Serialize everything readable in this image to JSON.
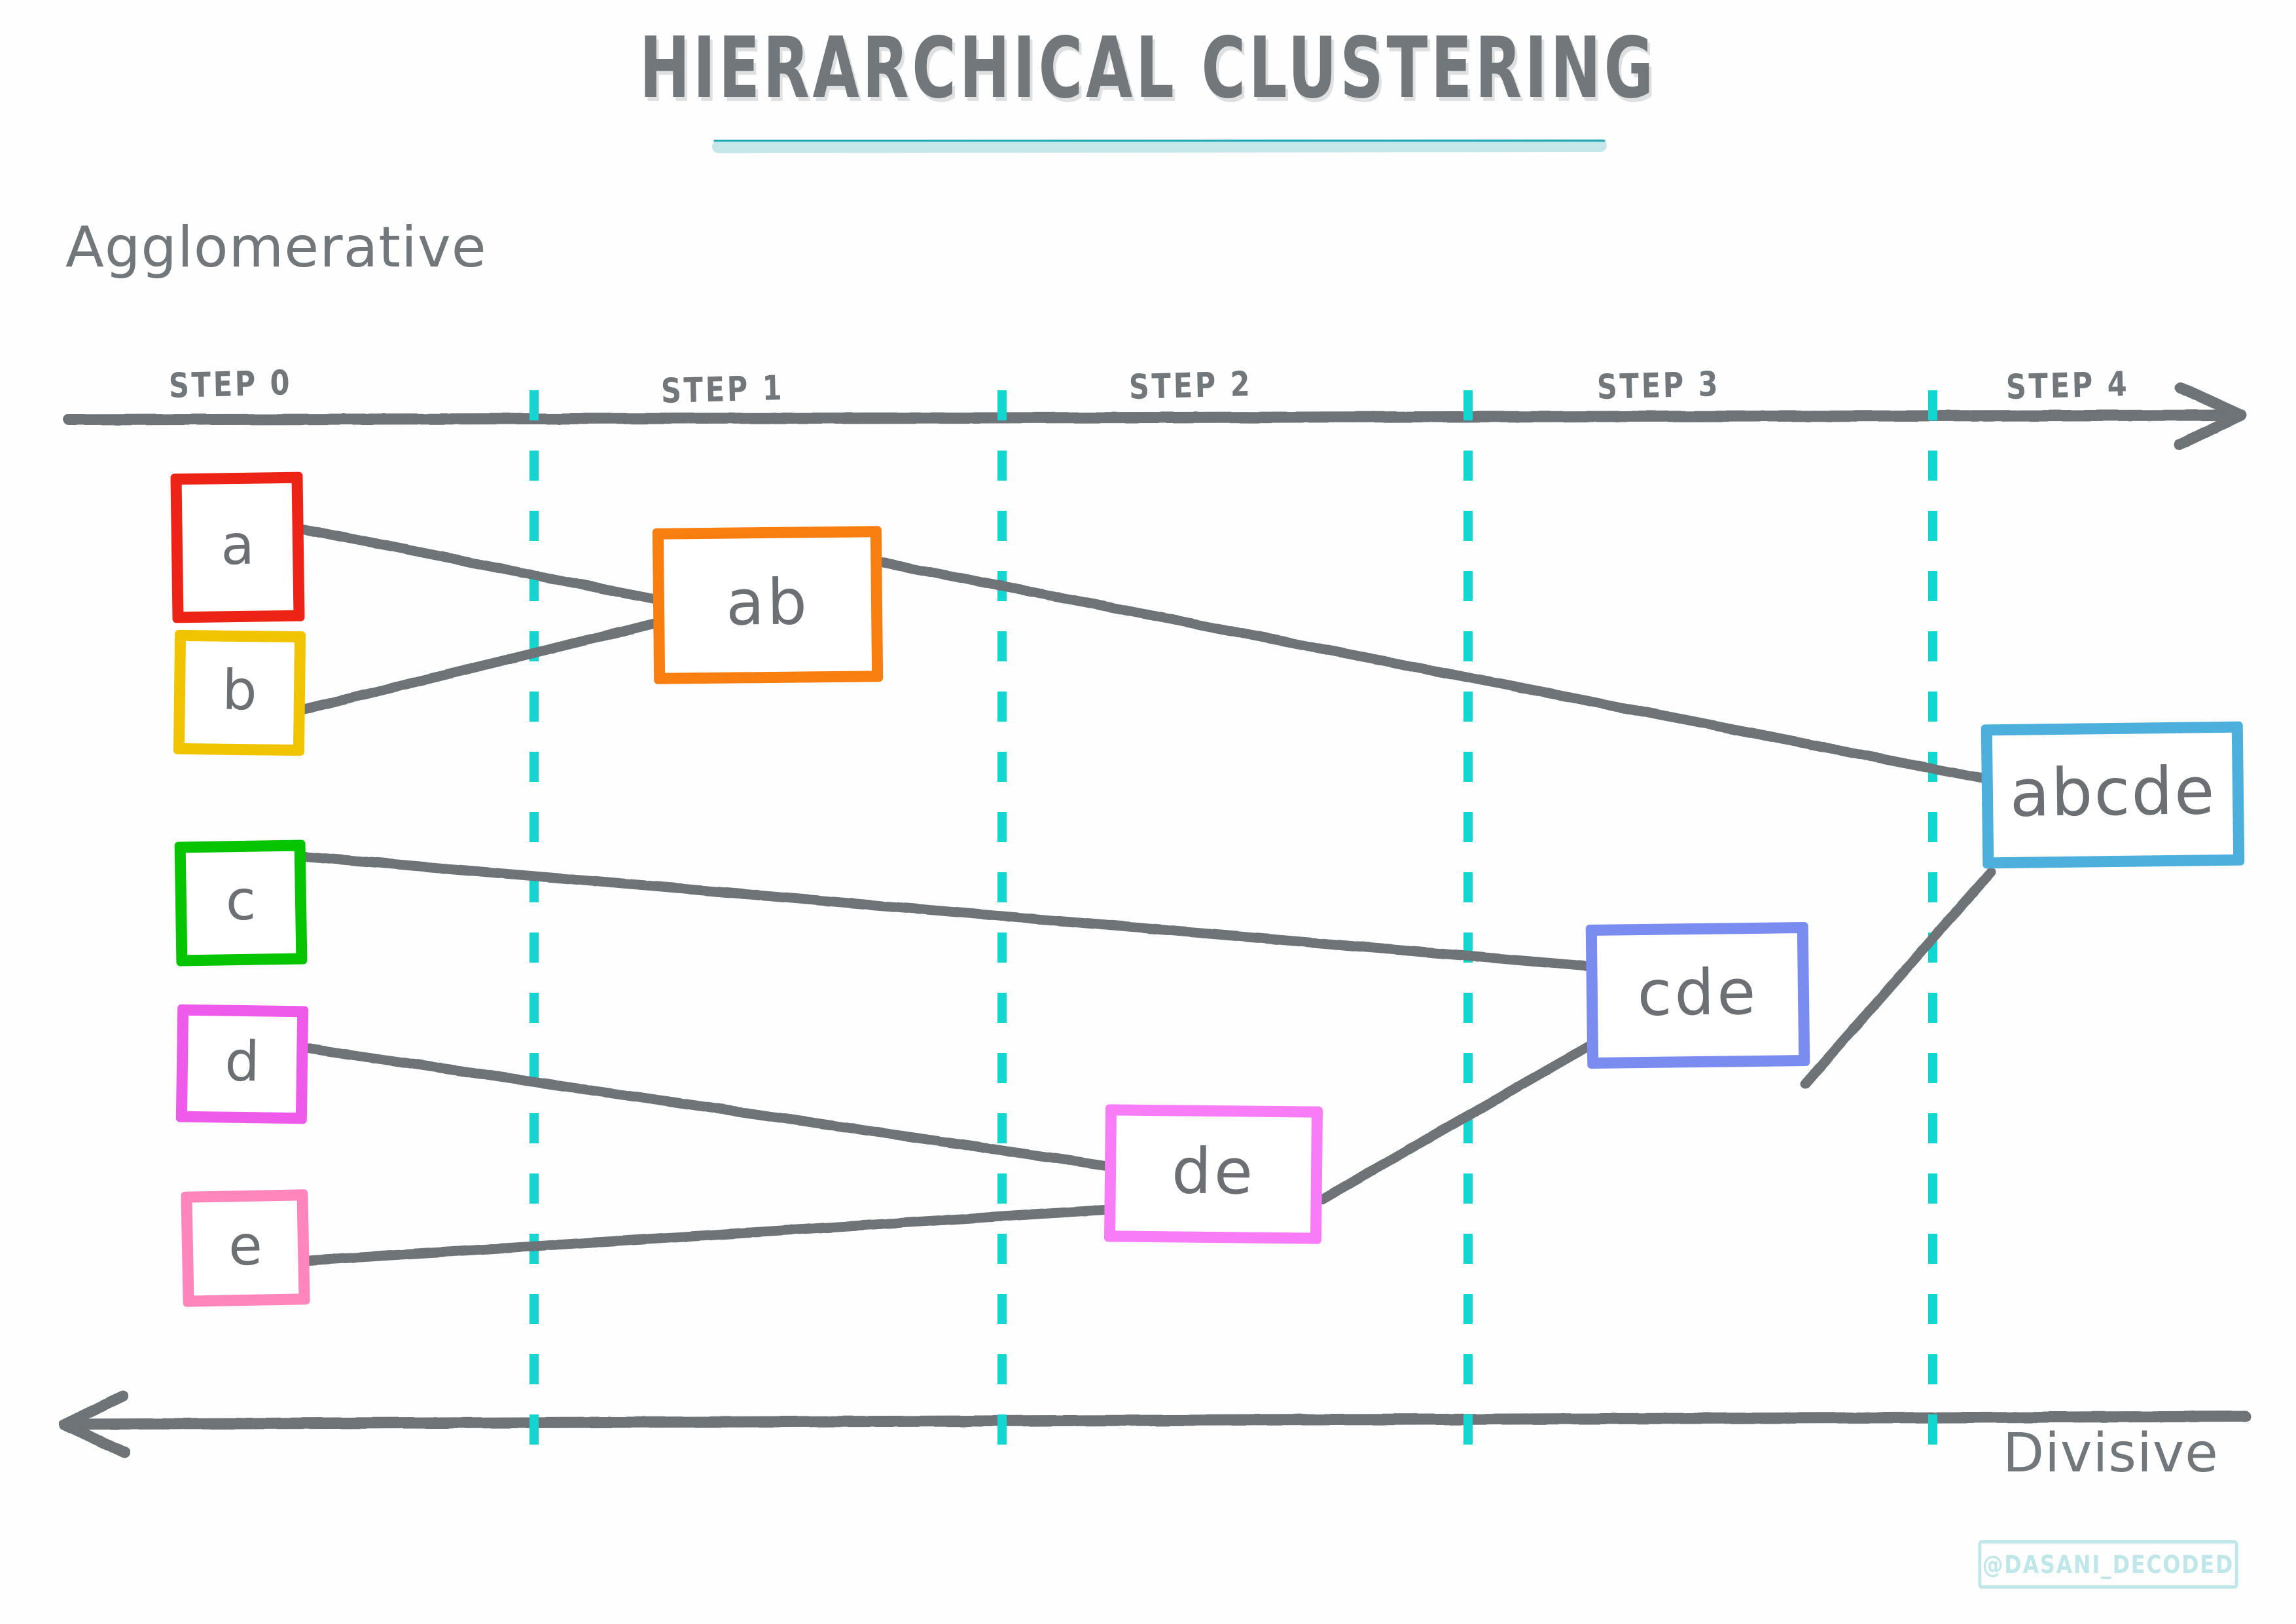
{
  "title": "HIERARCHICAL CLUSTERING",
  "colors": {
    "title_text": "#72777b",
    "title_underline": "#24a9b5",
    "connector": "#6e7377",
    "axis": "#6e7377",
    "divider_dashed": "#12d6cf",
    "watermark": "#bfe6e8",
    "node_a": "#ed2316",
    "node_b": "#f0c400",
    "node_c": "#07c400",
    "node_d": "#ee5bea",
    "node_e": "#ff85bd",
    "node_ab": "#f97e10",
    "node_de": "#f87cf6",
    "node_cde": "#7b8cf0",
    "node_abcde": "#4cafdc"
  },
  "axes": {
    "top": {
      "label": "Agglomerative",
      "direction": "right"
    },
    "bottom": {
      "label": "Divisive",
      "direction": "left"
    }
  },
  "steps": [
    {
      "label": "STEP 0"
    },
    {
      "label": "STEP 1"
    },
    {
      "label": "STEP 2"
    },
    {
      "label": "STEP 3"
    },
    {
      "label": "STEP 4"
    }
  ],
  "nodes": [
    {
      "id": "a",
      "label": "a",
      "step": 0,
      "color_key": "node_a"
    },
    {
      "id": "b",
      "label": "b",
      "step": 0,
      "color_key": "node_b"
    },
    {
      "id": "c",
      "label": "c",
      "step": 0,
      "color_key": "node_c"
    },
    {
      "id": "d",
      "label": "d",
      "step": 0,
      "color_key": "node_d"
    },
    {
      "id": "e",
      "label": "e",
      "step": 0,
      "color_key": "node_e"
    },
    {
      "id": "ab",
      "label": "ab",
      "step": 1,
      "color_key": "node_ab"
    },
    {
      "id": "de",
      "label": "de",
      "step": 2,
      "color_key": "node_de"
    },
    {
      "id": "cde",
      "label": "cde",
      "step": 3,
      "color_key": "node_cde"
    },
    {
      "id": "abcde",
      "label": "abcde",
      "step": 4,
      "color_key": "node_abcde"
    }
  ],
  "merges": [
    {
      "from": "a",
      "to": "ab"
    },
    {
      "from": "b",
      "to": "ab"
    },
    {
      "from": "d",
      "to": "de"
    },
    {
      "from": "e",
      "to": "de"
    },
    {
      "from": "c",
      "to": "cde"
    },
    {
      "from": "de",
      "to": "cde"
    },
    {
      "from": "ab",
      "to": "abcde"
    },
    {
      "from": "cde",
      "to": "abcde"
    }
  ],
  "watermark": "@DASANI_DECODED",
  "chart_data": {
    "type": "diagram",
    "title": "HIERARCHICAL CLUSTERING",
    "categories": [
      "STEP 0",
      "STEP 1",
      "STEP 2",
      "STEP 3",
      "STEP 4"
    ],
    "leaves": [
      "a",
      "b",
      "c",
      "d",
      "e"
    ],
    "clusters_by_step": {
      "STEP 0": [
        "a",
        "b",
        "c",
        "d",
        "e"
      ],
      "STEP 1": [
        "ab",
        "c",
        "d",
        "e"
      ],
      "STEP 2": [
        "ab",
        "c",
        "de"
      ],
      "STEP 3": [
        "ab",
        "cde"
      ],
      "STEP 4": [
        "abcde"
      ]
    },
    "linkage": [
      {
        "step": 1,
        "merged": [
          "a",
          "b"
        ],
        "result": "ab"
      },
      {
        "step": 2,
        "merged": [
          "d",
          "e"
        ],
        "result": "de"
      },
      {
        "step": 3,
        "merged": [
          "c",
          "de"
        ],
        "result": "cde"
      },
      {
        "step": 4,
        "merged": [
          "ab",
          "cde"
        ],
        "result": "abcde"
      }
    ],
    "xlabel": "Agglomerative (left to right) / Divisive (right to left)",
    "ylabel": "",
    "legend": [
      "Agglomerative",
      "Divisive"
    ],
    "grid": "dashed vertical step separators"
  }
}
